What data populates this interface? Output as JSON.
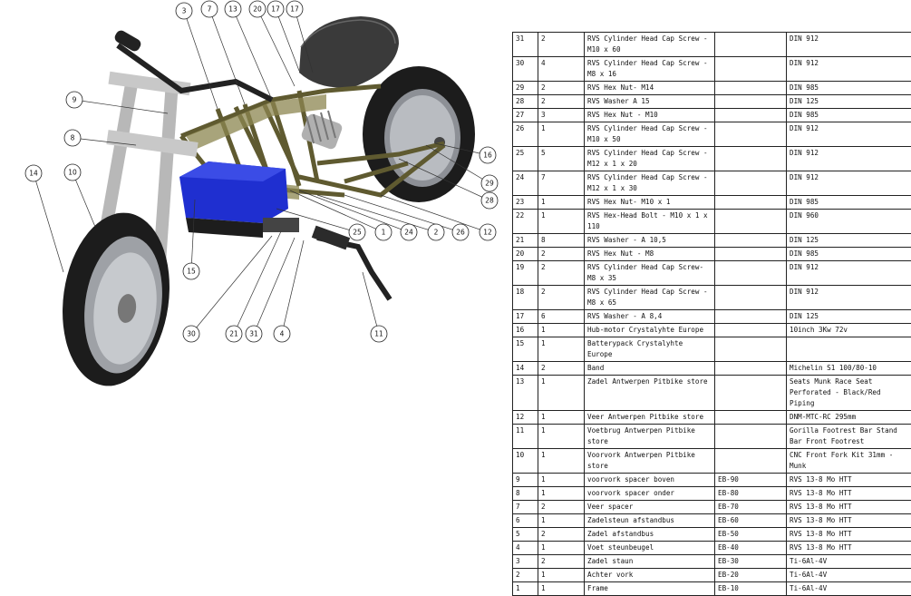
{
  "balloons": [
    "3",
    "7",
    "13",
    "20",
    "17",
    "17",
    "9",
    "8",
    "14",
    "10",
    "16",
    "29",
    "28",
    "12",
    "26",
    "2",
    "24",
    "1",
    "25",
    "15",
    "30",
    "21",
    "31",
    "4",
    "11"
  ],
  "bom_rows": [
    {
      "item": "31",
      "qty": "2",
      "desc": "RVS Cylinder Head Cap Screw - M10 x 60",
      "code": "",
      "material": "DIN 912"
    },
    {
      "item": "30",
      "qty": "4",
      "desc": "RVS Cylinder Head Cap Screw - M8 x 16",
      "code": "",
      "material": "DIN 912"
    },
    {
      "item": "29",
      "qty": "2",
      "desc": "RVS Hex Nut- M14",
      "code": "",
      "material": "DIN 985"
    },
    {
      "item": "28",
      "qty": "2",
      "desc": "RVS Washer A 15",
      "code": "",
      "material": "DIN 125"
    },
    {
      "item": "27",
      "qty": "3",
      "desc": "RVS Hex Nut - M10",
      "code": "",
      "material": "DIN 985"
    },
    {
      "item": "26",
      "qty": "1",
      "desc": "RVS Cylinder Head Cap Screw - M10 x 50",
      "code": "",
      "material": "DIN 912"
    },
    {
      "item": "25",
      "qty": "5",
      "desc": "RVS Cylinder Head Cap Screw - M12 x 1 x 20",
      "code": "",
      "material": "DIN 912"
    },
    {
      "item": "24",
      "qty": "7",
      "desc": "RVS Cylinder Head Cap Screw - M12 x 1 x 30",
      "code": "",
      "material": "DIN 912"
    },
    {
      "item": "23",
      "qty": "1",
      "desc": "RVS Hex Nut- M10 x 1",
      "code": "",
      "material": "DIN 985"
    },
    {
      "item": "22",
      "qty": "1",
      "desc": "RVS Hex-Head Bolt - M10 x 1 x 110",
      "code": "",
      "material": "DIN 960"
    },
    {
      "item": "21",
      "qty": "8",
      "desc": "RVS Washer - A 10,5",
      "code": "",
      "material": "DIN 125"
    },
    {
      "item": "20",
      "qty": "2",
      "desc": "RVS Hex Nut - M8",
      "code": "",
      "material": "DIN 985"
    },
    {
      "item": "19",
      "qty": "2",
      "desc": "RVS Cylinder Head Cap Screw- M8 x 35",
      "code": "",
      "material": "DIN 912"
    },
    {
      "item": "18",
      "qty": "2",
      "desc": "RVS Cylinder Head Cap Screw - M8 x 65",
      "code": "",
      "material": "DIN 912"
    },
    {
      "item": "17",
      "qty": "6",
      "desc": "RVS Washer - A 8,4",
      "code": "",
      "material": "DIN 125"
    },
    {
      "item": "16",
      "qty": "1",
      "desc": "Hub-motor Crystalyhte Europe",
      "code": "",
      "material": "10inch 3Kw 72v"
    },
    {
      "item": "15",
      "qty": "1",
      "desc": "Batterypack Crystalyhte Europe",
      "code": "",
      "material": ""
    },
    {
      "item": "14",
      "qty": "2",
      "desc": "Band",
      "code": "",
      "material": "Michelin S1 100/80-10"
    },
    {
      "item": "13",
      "qty": "1",
      "desc": "Zadel Antwerpen Pitbike store",
      "code": "",
      "material": "Seats Munk Race Seat Perforated - Black/Red Piping"
    },
    {
      "item": "12",
      "qty": "1",
      "desc": "Veer Antwerpen Pitbike store",
      "code": "",
      "material": "DNM-MTC-RC 295mm"
    },
    {
      "item": "11",
      "qty": "1",
      "desc": "Voetbrug Antwerpen Pitbike store",
      "code": "",
      "material": "Gorilla Footrest Bar Stand Bar Front Footrest"
    },
    {
      "item": "10",
      "qty": "1",
      "desc": "Voorvork Antwerpen Pitbike store",
      "code": "",
      "material": "CNC Front Fork Kit 31mm - Munk"
    },
    {
      "item": "9",
      "qty": "1",
      "desc": "voorvork spacer boven",
      "code": "EB-90",
      "material": "RVS 13-8 Mo HTT"
    },
    {
      "item": "8",
      "qty": "1",
      "desc": "voorvork spacer onder",
      "code": "EB-80",
      "material": "RVS 13-8 Mo HTT"
    },
    {
      "item": "7",
      "qty": "2",
      "desc": "Veer spacer",
      "code": "EB-70",
      "material": "RVS 13-8 Mo HTT"
    },
    {
      "item": "6",
      "qty": "1",
      "desc": "Zadelsteun afstandbus",
      "code": "EB-60",
      "material": "RVS 13-8 Mo HTT"
    },
    {
      "item": "5",
      "qty": "2",
      "desc": "Zadel afstandbus",
      "code": "EB-50",
      "material": "RVS 13-8 Mo HTT"
    },
    {
      "item": "4",
      "qty": "1",
      "desc": "Voet steunbeugel",
      "code": "EB-40",
      "material": "RVS 13-8 Mo HTT"
    },
    {
      "item": "3",
      "qty": "2",
      "desc": "Zadel staun",
      "code": "EB-30",
      "material": "Ti-6Al-4V"
    },
    {
      "item": "2",
      "qty": "1",
      "desc": "Achter vork",
      "code": "EB-20",
      "material": "Ti-6Al-4V"
    },
    {
      "item": "1",
      "qty": "1",
      "desc": "Frame",
      "code": "EB-10",
      "material": "Ti-6Al-4V"
    }
  ]
}
